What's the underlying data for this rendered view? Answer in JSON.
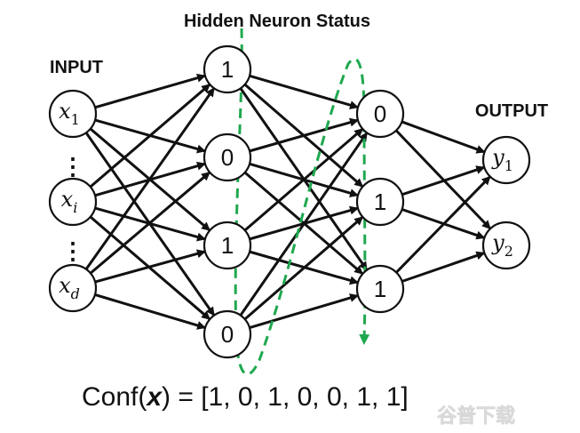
{
  "title": "Hidden Neuron Status",
  "input_label": "INPUT",
  "output_label": "OUTPUT",
  "input_nodes": [
    {
      "var": "x",
      "sub": "1"
    },
    {
      "var": "x",
      "sub": "i"
    },
    {
      "var": "x",
      "sub": "d"
    }
  ],
  "ellipsis": "⋮",
  "hidden_layer_1": [
    "1",
    "0",
    "1",
    "0"
  ],
  "hidden_layer_2": [
    "0",
    "1",
    "1"
  ],
  "output_nodes": [
    {
      "var": "y",
      "sub": "1"
    },
    {
      "var": "y",
      "sub": "2"
    }
  ],
  "configuration": {
    "prefix": "Conf(",
    "var": "x",
    "suffix": ") = [1, 0, 1, 0, 0, 1, 1]"
  },
  "watermark": "谷普下载",
  "colors": {
    "arrow": "#111111",
    "dashed_path": "#1fa84f"
  }
}
